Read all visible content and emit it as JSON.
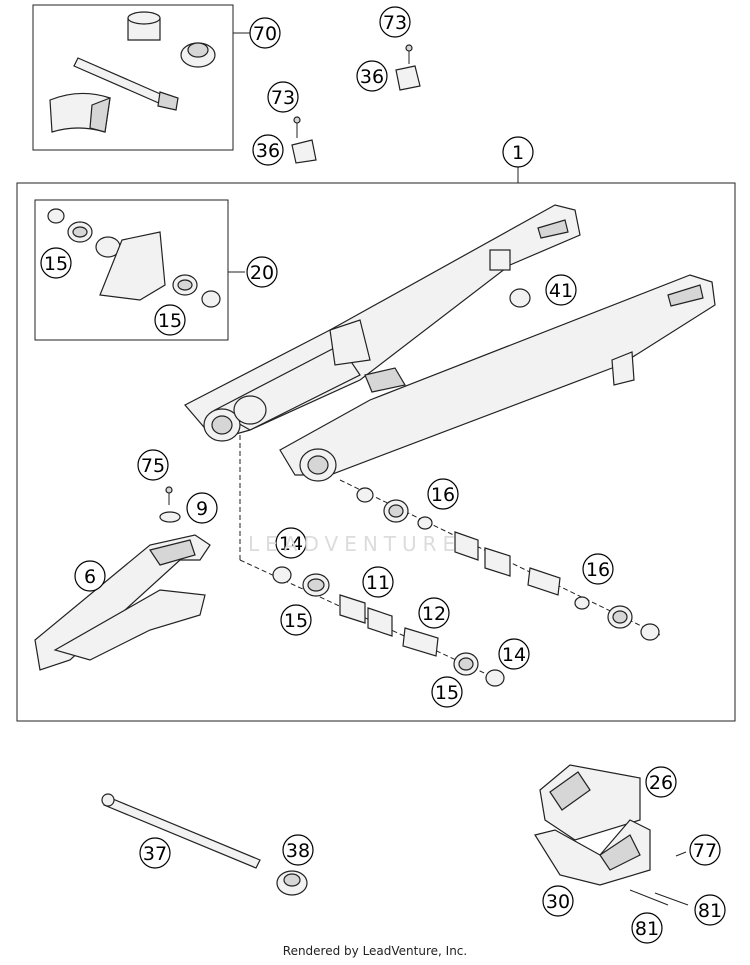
{
  "watermark": "LEADVENTURE",
  "footer": "Rendered by LeadVenture, Inc.",
  "callouts": {
    "c70": "70",
    "c73a": "73",
    "c36a": "36",
    "c73b": "73",
    "c36b": "36",
    "c1": "1",
    "c15a": "15",
    "c20": "20",
    "c15b": "15",
    "c41": "41",
    "c16a": "16",
    "c75": "75",
    "c9": "9",
    "c14a": "14",
    "c6": "6",
    "c11": "11",
    "c16b": "16",
    "c15c": "15",
    "c12": "12",
    "c14b": "14",
    "c15d": "15",
    "c26": "26",
    "c37": "37",
    "c38": "38",
    "c77": "77",
    "c30": "30",
    "c81a": "81",
    "c81b": "81"
  }
}
